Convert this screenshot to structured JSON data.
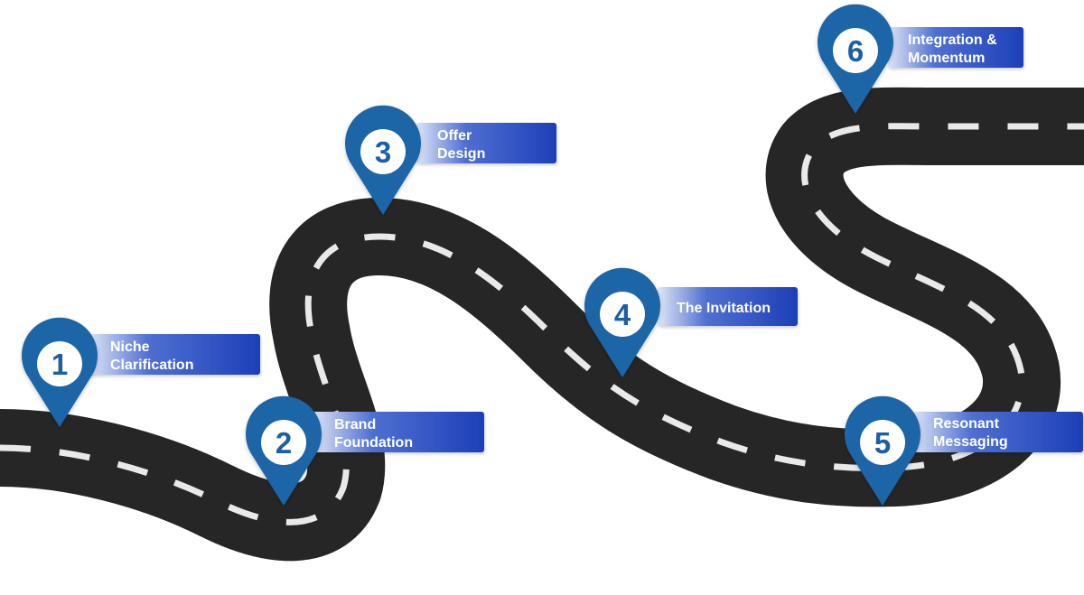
{
  "title": "Roadmap",
  "colors": {
    "road": "#262626",
    "lane_marking": "#e9e9e9",
    "pin": "#1f65a6",
    "pin_inner": "#ffffff",
    "label_dark": "#1d3fb8",
    "label_light": "#dfe6f7"
  },
  "steps": [
    {
      "number": "1",
      "lines": [
        "Niche",
        "Clarification"
      ]
    },
    {
      "number": "2",
      "lines": [
        "Brand",
        "Foundation"
      ]
    },
    {
      "number": "3",
      "lines": [
        "Offer",
        "Design"
      ]
    },
    {
      "number": "4",
      "lines": [
        "The Invitation"
      ]
    },
    {
      "number": "5",
      "lines": [
        "Resonant",
        "Messaging"
      ]
    },
    {
      "number": "6",
      "lines": [
        "Integration &",
        "Momentum"
      ]
    }
  ]
}
